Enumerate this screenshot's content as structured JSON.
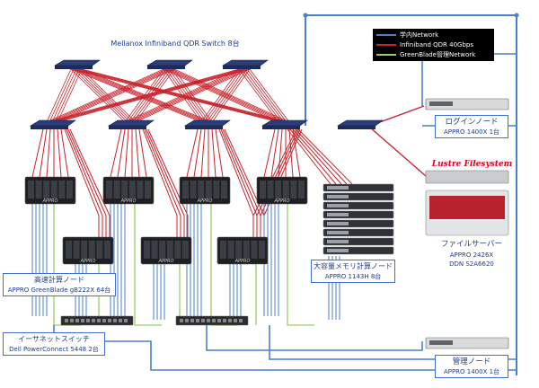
{
  "colors": {
    "campus": "#4a7fcf",
    "infiniband": "#c8232c",
    "greenblade": "#9acd63"
  },
  "legend": {
    "campus": "学内Network",
    "infiniband": "Infiniband  QDR 40Gbps",
    "greenblade": "GreenBlade管理Network"
  },
  "labels": {
    "top_switch": "Mellanox Infiniband QDR Switch  8台",
    "login_title": "ログインノード",
    "login_model": "APPRO 1400X  1台",
    "lustre": "Lustre Filesystem",
    "file_title": "ファイルサーバー",
    "file_model1": "APPRO 2426X",
    "file_model2": "DDN S2A6620",
    "bigmem_title": "大容量メモリ計算ノード",
    "bigmem_model": "APPRO 1143H  8台",
    "fast_title": "高速計算ノード",
    "fast_model": "APPRO GreenBlade gB222X 64台",
    "eth_title": "イーサネットスイッチ",
    "eth_model": "Dell PowerConnect 5448 2台",
    "mgmt_title": "管理ノード",
    "mgmt_model": "APPRO 1400X  1台"
  },
  "icons": {
    "top_switches": [
      "infiniband-switch-icon",
      "infiniband-switch-icon",
      "infiniband-switch-icon"
    ],
    "mid_switches": [
      "infiniband-switch-icon",
      "infiniband-switch-icon",
      "infiniband-switch-icon",
      "infiniband-switch-icon",
      "infiniband-switch-icon"
    ],
    "blade_chassis": "appro-blade-chassis-icon",
    "blade_brand": "APPRO",
    "rack_server": "rack-server-icon",
    "storage": "ddn-storage-icon",
    "ethernet_switch": "ethernet-switch-icon"
  }
}
